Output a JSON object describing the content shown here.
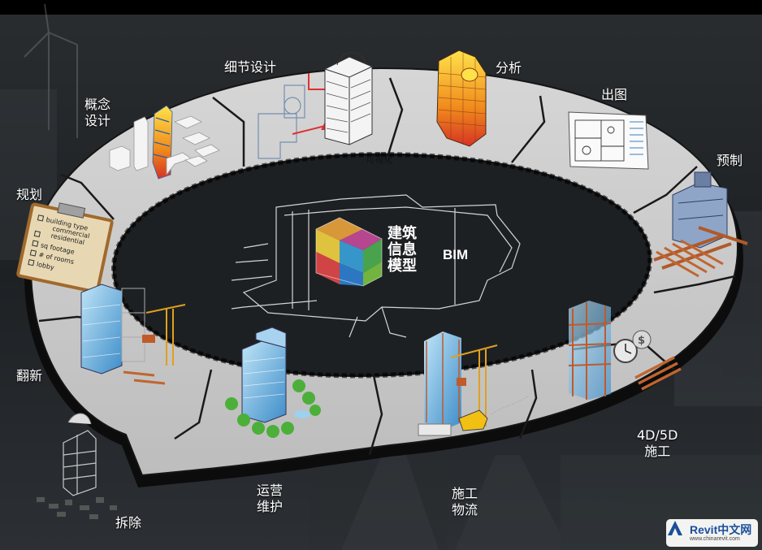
{
  "center": {
    "title_cn": [
      "建筑",
      "信息",
      "模型"
    ],
    "title_en": "BIM"
  },
  "ring_label": "可视化",
  "stages": [
    {
      "id": "planning",
      "lines": [
        "规划"
      ]
    },
    {
      "id": "concept",
      "lines": [
        "概念",
        "设计"
      ]
    },
    {
      "id": "detail",
      "lines": [
        "细节设计"
      ]
    },
    {
      "id": "analysis",
      "lines": [
        "分析"
      ]
    },
    {
      "id": "drawings",
      "lines": [
        "出图"
      ]
    },
    {
      "id": "prefab",
      "lines": [
        "预制"
      ]
    },
    {
      "id": "construction",
      "lines": [
        "4D/5D",
        "施工"
      ]
    },
    {
      "id": "logistics",
      "lines": [
        "施工",
        "物流"
      ]
    },
    {
      "id": "operation",
      "lines": [
        "运营",
        "维护"
      ]
    },
    {
      "id": "demolition",
      "lines": [
        "拆除"
      ]
    },
    {
      "id": "renovation",
      "lines": [
        "翻新"
      ]
    }
  ],
  "checklist": [
    "building type",
    "commercial",
    "residential",
    "sq footage",
    "# of rooms",
    "lobby"
  ],
  "colors": {
    "ring": "#c9c9c9",
    "ring_edge": "#151515",
    "label": "#ffffff",
    "cube": [
      "#e8a23b",
      "#c54a9a",
      "#3aa0d8",
      "#4caf50",
      "#e04848",
      "#f0d040"
    ]
  },
  "logo": {
    "text": "Revit中文网",
    "url": "www.chinarevit.com"
  }
}
